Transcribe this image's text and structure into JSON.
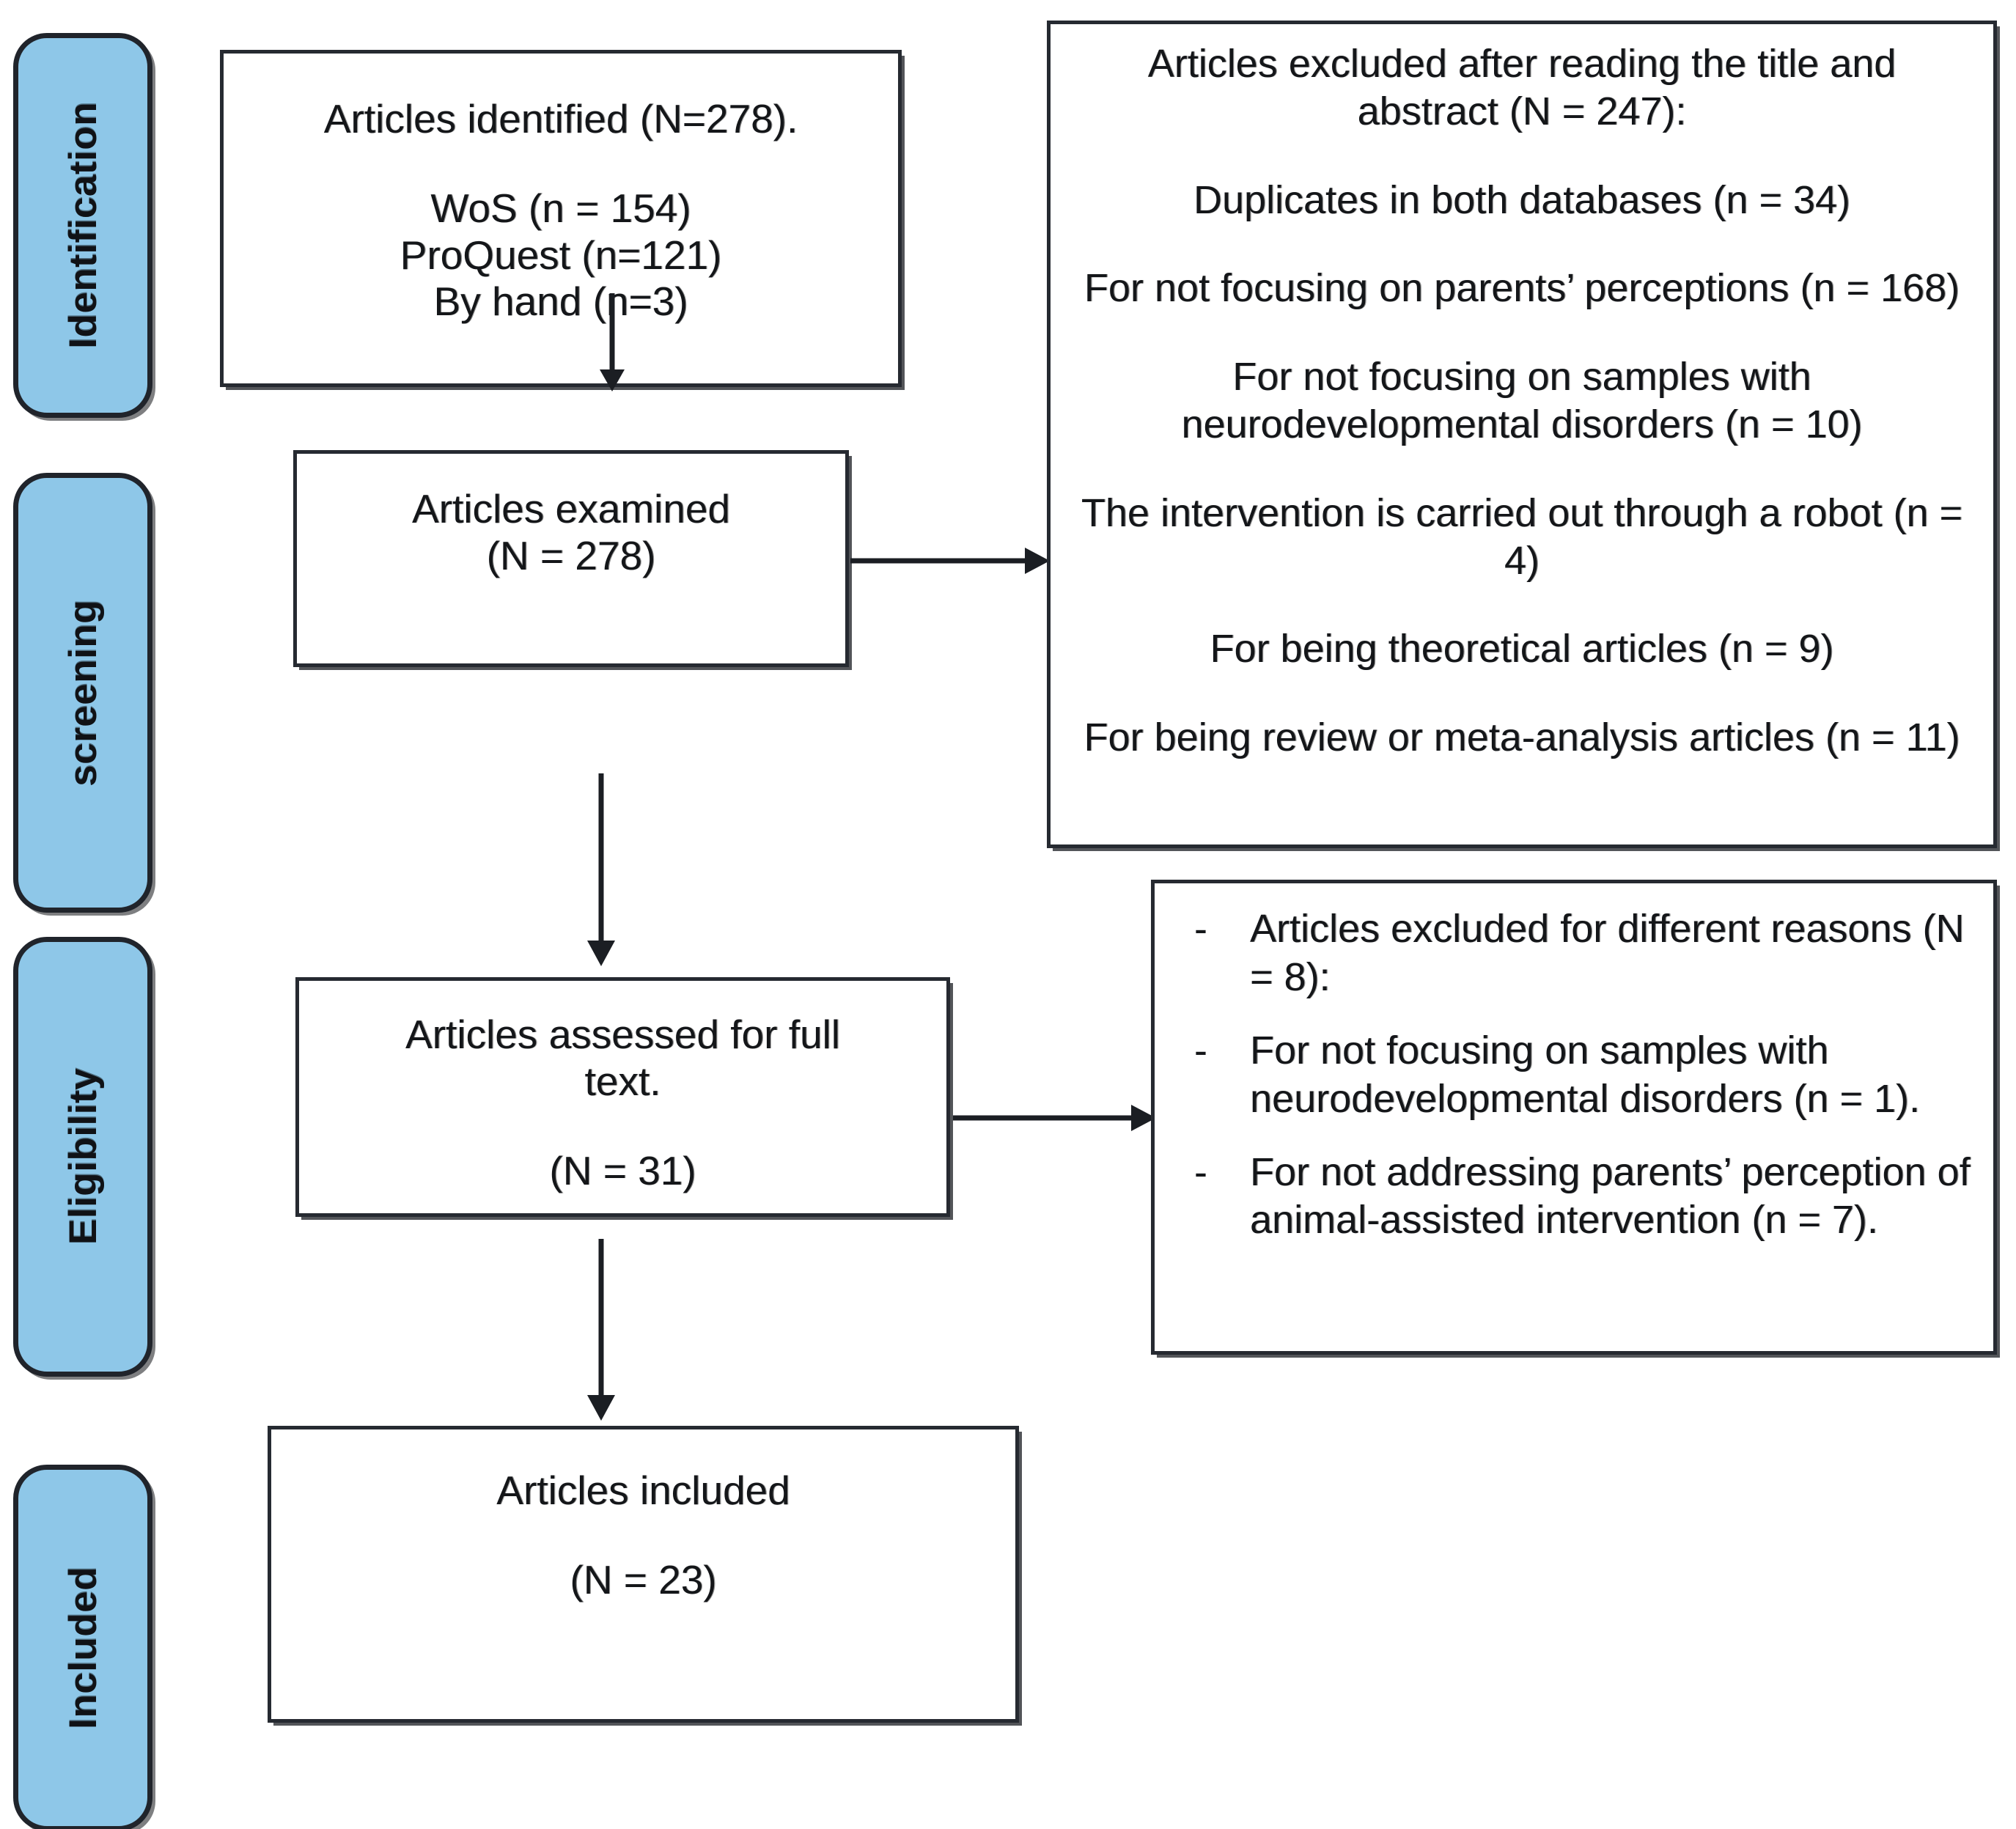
{
  "diagram": {
    "title": "PRISMA article selection flow diagram",
    "accent_color": "#8ec7e8",
    "line_color": "#262a31",
    "background_color": "#ffffff"
  },
  "stages": [
    {
      "id": "identification",
      "label": "Identification"
    },
    {
      "id": "screening",
      "label": "screening"
    },
    {
      "id": "eligibility",
      "label": "Eligibility"
    },
    {
      "id": "included",
      "label": "Included"
    }
  ],
  "boxes": {
    "identified": {
      "title": "Articles identified (N=278).",
      "sources": [
        "WoS (n = 154)",
        "ProQuest (n=121)",
        "By hand (n=3)"
      ]
    },
    "examined": {
      "line1": "Articles examined",
      "line2": "(N = 278)"
    },
    "assessed": {
      "line1": "Articles assessed for full",
      "line2": "text.",
      "line3": "(N = 31)"
    },
    "included": {
      "line1": "Articles included",
      "line2": "(N = 23)"
    }
  },
  "exclusions_screening": {
    "heading": "Articles excluded after reading the title and abstract (N = 247):",
    "reasons": [
      "Duplicates in both databases (n = 34)",
      "For not focusing on parents’ perceptions (n = 168)",
      "For not focusing on samples with neurodevelopmental disorders (n = 10)",
      "The intervention is carried out through a robot (n = 4)",
      "For being theoretical articles (n = 9)",
      "For being review or meta-analysis articles (n = 11)"
    ]
  },
  "exclusions_eligibility": {
    "bullet_mark": "-",
    "items": [
      "Articles excluded for different reasons (N = 8):",
      "For not focusing on samples with neurodevelopmental disorders (n = 1).",
      "For not addressing parents’ perception of animal-assisted intervention (n = 7)."
    ]
  },
  "counts": {
    "identified_total": 278,
    "wos": 154,
    "proquest": 121,
    "by_hand": 3,
    "examined": 278,
    "excluded_title_abstract": 247,
    "duplicates": 34,
    "not_parents_perceptions": 168,
    "not_neurodevelopmental": 10,
    "robot_intervention": 4,
    "theoretical": 9,
    "review_meta_analysis": 11,
    "assessed_full_text": 31,
    "excluded_full_text": 8,
    "full_text_not_neurodevelopmental": 1,
    "full_text_not_parents_perception": 7,
    "included": 23
  }
}
